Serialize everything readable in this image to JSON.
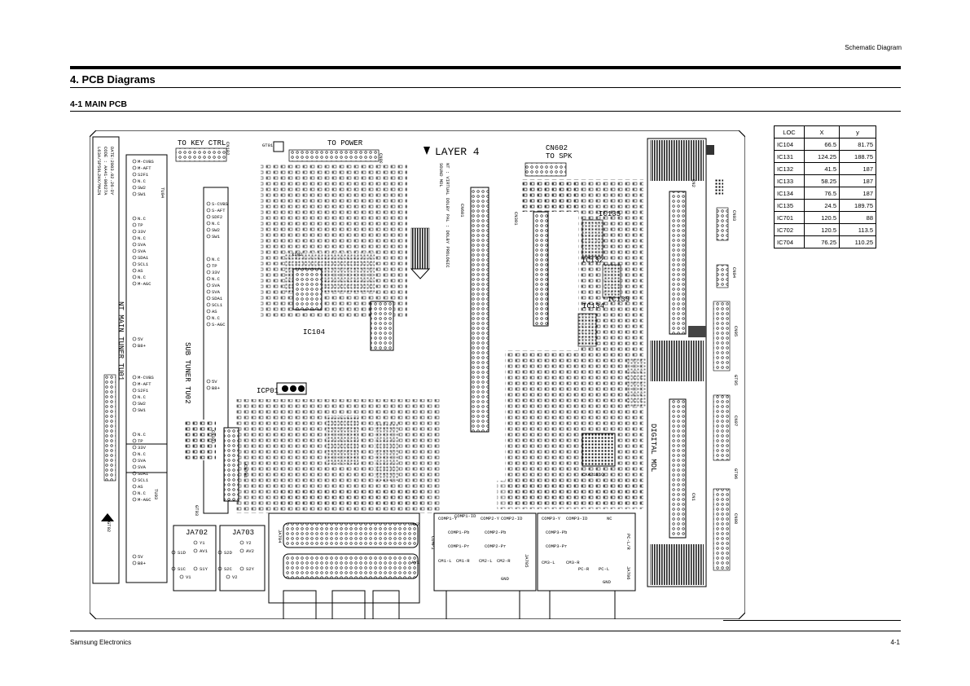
{
  "header": {
    "section_tag": "Schematic Diagram"
  },
  "titles": {
    "chapter": "4. PCB Diagrams",
    "section": "4-1 MAIN PCB"
  },
  "footer": {
    "left": "Samsung Electronics",
    "right": "4-1"
  },
  "loc_table": {
    "headers": [
      "LOC",
      "X",
      "y"
    ],
    "rows": [
      [
        "IC104",
        "66.5",
        "81.75"
      ],
      [
        "IC131",
        "124.25",
        "188.75"
      ],
      [
        "IC132",
        "41.5",
        "187"
      ],
      [
        "IC133",
        "58.25",
        "187"
      ],
      [
        "IC134",
        "76.5",
        "187"
      ],
      [
        "IC135",
        "24.5",
        "189.75"
      ],
      [
        "IC701",
        "120.5",
        "88"
      ],
      [
        "IC702",
        "120.5",
        "113.5"
      ],
      [
        "IC704",
        "76.25",
        "110.25"
      ]
    ]
  },
  "pcb": {
    "to_key_ctrl": "TO KEY CTRL",
    "to_power": "TO POWER",
    "layer": "LAYER 4",
    "cn602": "CN602",
    "to_spk": "TO SPK",
    "cn102": "CN102",
    "cn802": "CN802",
    "cn601": "CN601",
    "cn2": "CN2",
    "cn1": "CN1",
    "cn101": "CN101",
    "cn701": "CN701",
    "cn301": "CN301",
    "x102": "X102",
    "ic104": "IC104",
    "icp01": "ICP01",
    "ic132": "IC132",
    "ic133": "IC133",
    "ic134": "IC134",
    "ic135": "IC135",
    "cxa2151q": "CXA2151Q",
    "ja702": "JA702",
    "ja703": "JA703",
    "ja704": "JA704",
    "ja705": "JA705",
    "ja706": "JA706",
    "sub_tuner": "SUB TUNER TU02",
    "main_tuner": "NT MAIN TUNER TU01",
    "digital_mdl": "DIGITAL MDL",
    "sound_mdl": "SOUND MDL",
    "sound_mode": "NT : VIRTUAL DOLBY  PAL : DOLBY PROLOGIC",
    "model_line1": "L63A/SP50L2HX/MAIN",
    "model_line2": "CODE : AA41-00627A",
    "model_line3": "DATE:2003.02.26-DY",
    "tu04": "TU04",
    "tu03": "TU03",
    "gt01": "GT01",
    "gt02": "GT02",
    "gt03": "GT03",
    "gt05": "GT05",
    "gt06": "GT06",
    "cn03": "CN03",
    "cn04": "CN04",
    "cn05": "CN05",
    "cn07": "CN07",
    "cn08": "CN08",
    "av1": "AV1",
    "av2": "AV2",
    "comp1": "COMP1",
    "pc_lr": "PC-L/R",
    "tuner_pins": [
      "M-CVBS",
      "M-AFT",
      "S2F1",
      "N.C",
      "SW2",
      "SW1",
      "N.C",
      "TP",
      "33V",
      "N.C",
      "SVA",
      "SVA",
      "SDA1",
      "SCL1",
      "AS",
      "N.C",
      "M-AGC",
      "5V",
      "B8+"
    ],
    "sub_pins": [
      "S-CVBS",
      "S-AFT",
      "SDF2",
      "N.C",
      "SW2",
      "SW1",
      "N.C",
      "TP",
      "33V",
      "N.C",
      "SVA",
      "SVA",
      "SDA1",
      "SCL1",
      "AS",
      "N.C",
      "S-AGC",
      "5V",
      "B8+"
    ],
    "comp_labels": [
      "COMP1-Y",
      "COMP1-ID",
      "COMP2-Y",
      "COMP2-ID",
      "COMP1-Pb",
      "COMP2-Pb",
      "COMP1-Pr",
      "COMP2-Pr",
      "CM1-L",
      "CM1-R",
      "CM2-L",
      "CM2-R",
      "GND"
    ],
    "comp3_labels": [
      "COMP3-Y",
      "COMP3-ID",
      "COMP3-Pb",
      "COMP3-Pr",
      "CM3-L",
      "CM3-R",
      "PC-R",
      "PC-L",
      "NC",
      "GND"
    ],
    "ja702_labels": [
      "Y1",
      "AV1",
      "S1D",
      "S1C",
      "S1Y",
      "V1"
    ],
    "ja703_labels": [
      "Y2",
      "AV2",
      "S2D",
      "S2C",
      "S2Y",
      "V2"
    ]
  }
}
